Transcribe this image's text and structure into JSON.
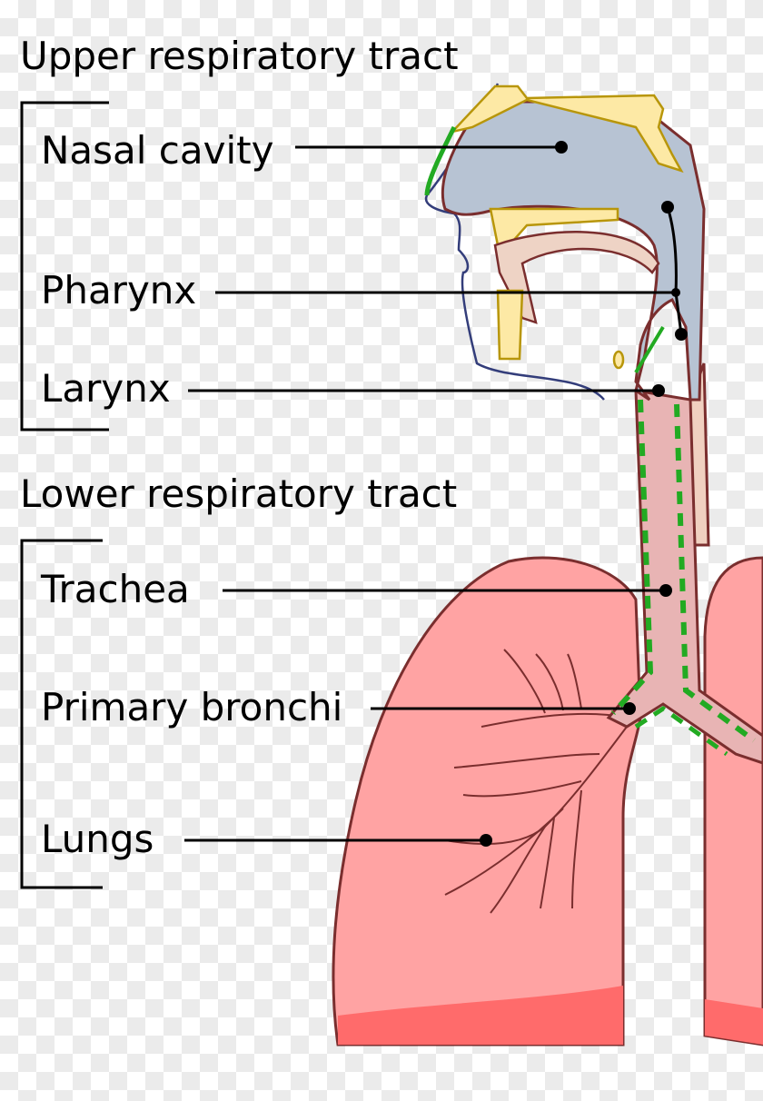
{
  "sections": {
    "upper": {
      "title": "Upper respiratory tract",
      "labels": [
        "Nasal cavity",
        "Pharynx",
        "Larynx"
      ]
    },
    "lower": {
      "title": "Lower respiratory tract",
      "labels": [
        "Trachea",
        "Primary bronchi",
        "Lungs"
      ]
    }
  },
  "colors": {
    "lung": "#ffa3a3",
    "lung_dark": "#ff6b6b",
    "airway_blue": "#b7c3d3",
    "bone": "#fde9a5",
    "mucosa_green": "#22aa22",
    "outline": "#7a2e2e"
  }
}
